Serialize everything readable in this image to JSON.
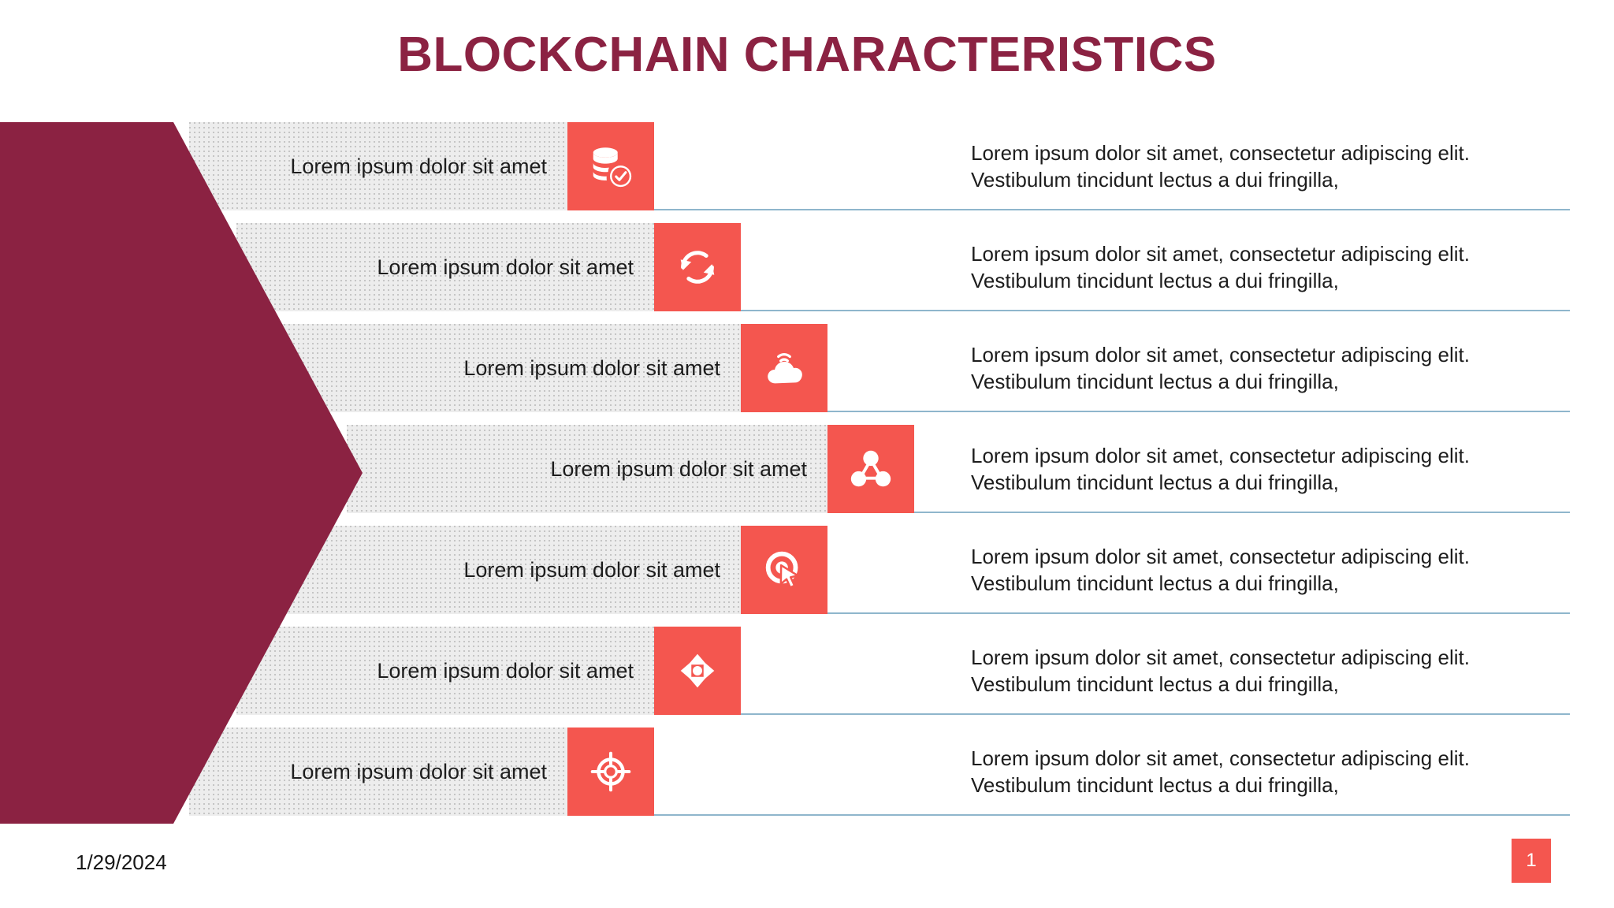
{
  "slide": {
    "title": "BLOCKCHAIN CHARACTERISTICS",
    "colors": {
      "title_maroon": "#8B2242",
      "arrow_maroon": "#8B2242",
      "icon_red": "#F4564F",
      "bar_gray": "#EDEDED",
      "underline_blue": "#8FB6CC",
      "text_dark": "#1D1D1D"
    }
  },
  "rows": [
    {
      "label": "Lorem ipsum dolor sit amet",
      "icon": "database-check-icon",
      "description": "Lorem ipsum dolor sit amet, consectetur adipiscing elit. Vestibulum tincidunt lectus a dui fringilla,"
    },
    {
      "label": "Lorem ipsum dolor sit amet",
      "icon": "refresh-sync-icon",
      "description": "Lorem ipsum dolor sit amet, consectetur adipiscing elit. Vestibulum tincidunt lectus a dui fringilla,"
    },
    {
      "label": "Lorem ipsum dolor sit amet",
      "icon": "cloud-signal-icon",
      "description": "Lorem ipsum dolor sit amet, consectetur adipiscing elit. Vestibulum tincidunt lectus a dui fringilla,"
    },
    {
      "label": "Lorem ipsum dolor sit amet",
      "icon": "network-nodes-icon",
      "description": "Lorem ipsum dolor sit amet, consectetur adipiscing elit. Vestibulum tincidunt lectus a dui fringilla,"
    },
    {
      "label": "Lorem ipsum dolor sit amet",
      "icon": "click-target-cursor-icon",
      "description": "Lorem ipsum dolor sit amet, consectetur adipiscing elit. Vestibulum tincidunt lectus a dui fringilla,"
    },
    {
      "label": "Lorem ipsum dolor sit amet",
      "icon": "move-arrows-icon",
      "description": "Lorem ipsum dolor sit amet, consectetur adipiscing elit. Vestibulum tincidunt lectus a dui fringilla,"
    },
    {
      "label": "Lorem ipsum dolor sit amet",
      "icon": "crosshair-target-icon",
      "description": "Lorem ipsum dolor sit amet, consectetur adipiscing elit. Vestibulum tincidunt lectus a dui fringilla,"
    }
  ],
  "footer": {
    "date": "1/29/2024",
    "page_number": "1"
  }
}
